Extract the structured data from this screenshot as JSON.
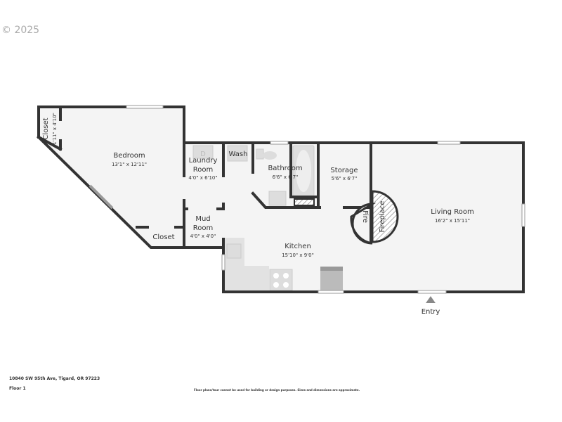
{
  "copyright": "© 2025",
  "address": "10840 SW 95th Ave, Tigard, OR 97223",
  "floor": "Floor 1",
  "disclaimer": "Floor plans/tour cannot be used for building or design purposes. Sizes and dimensions are approximate.",
  "rooms": {
    "bedroom": {
      "name": "Bedroom",
      "dim": "13'1\" x 12'11\""
    },
    "closet_small": {
      "name": "Closet",
      "dim": "1'11\" x 4'10\""
    },
    "closet": {
      "name": "Closet"
    },
    "laundry": {
      "name1": "Laundry",
      "name2": "Room",
      "dim": "4'0\" x 6'10\""
    },
    "wash": {
      "name": "Wash"
    },
    "mud": {
      "name1": "Mud",
      "name2": "Room",
      "dim": "4'0\" x 4'0\""
    },
    "bathroom": {
      "name": "Bathroom",
      "dim": "6'6\" x 6'7\""
    },
    "storage": {
      "name": "Storage",
      "dim": "5'6\" x 6'7\""
    },
    "kitchen": {
      "name": "Kitchen",
      "dim": "15'10\" x 9'0\""
    },
    "living": {
      "name": "Living Room",
      "dim": "16'2\" x 15'11\""
    },
    "fire": {
      "name": "Fire"
    },
    "fireplace": {
      "name": "Fireplace"
    },
    "dryer": {
      "name": "D"
    }
  },
  "entry": "Entry"
}
